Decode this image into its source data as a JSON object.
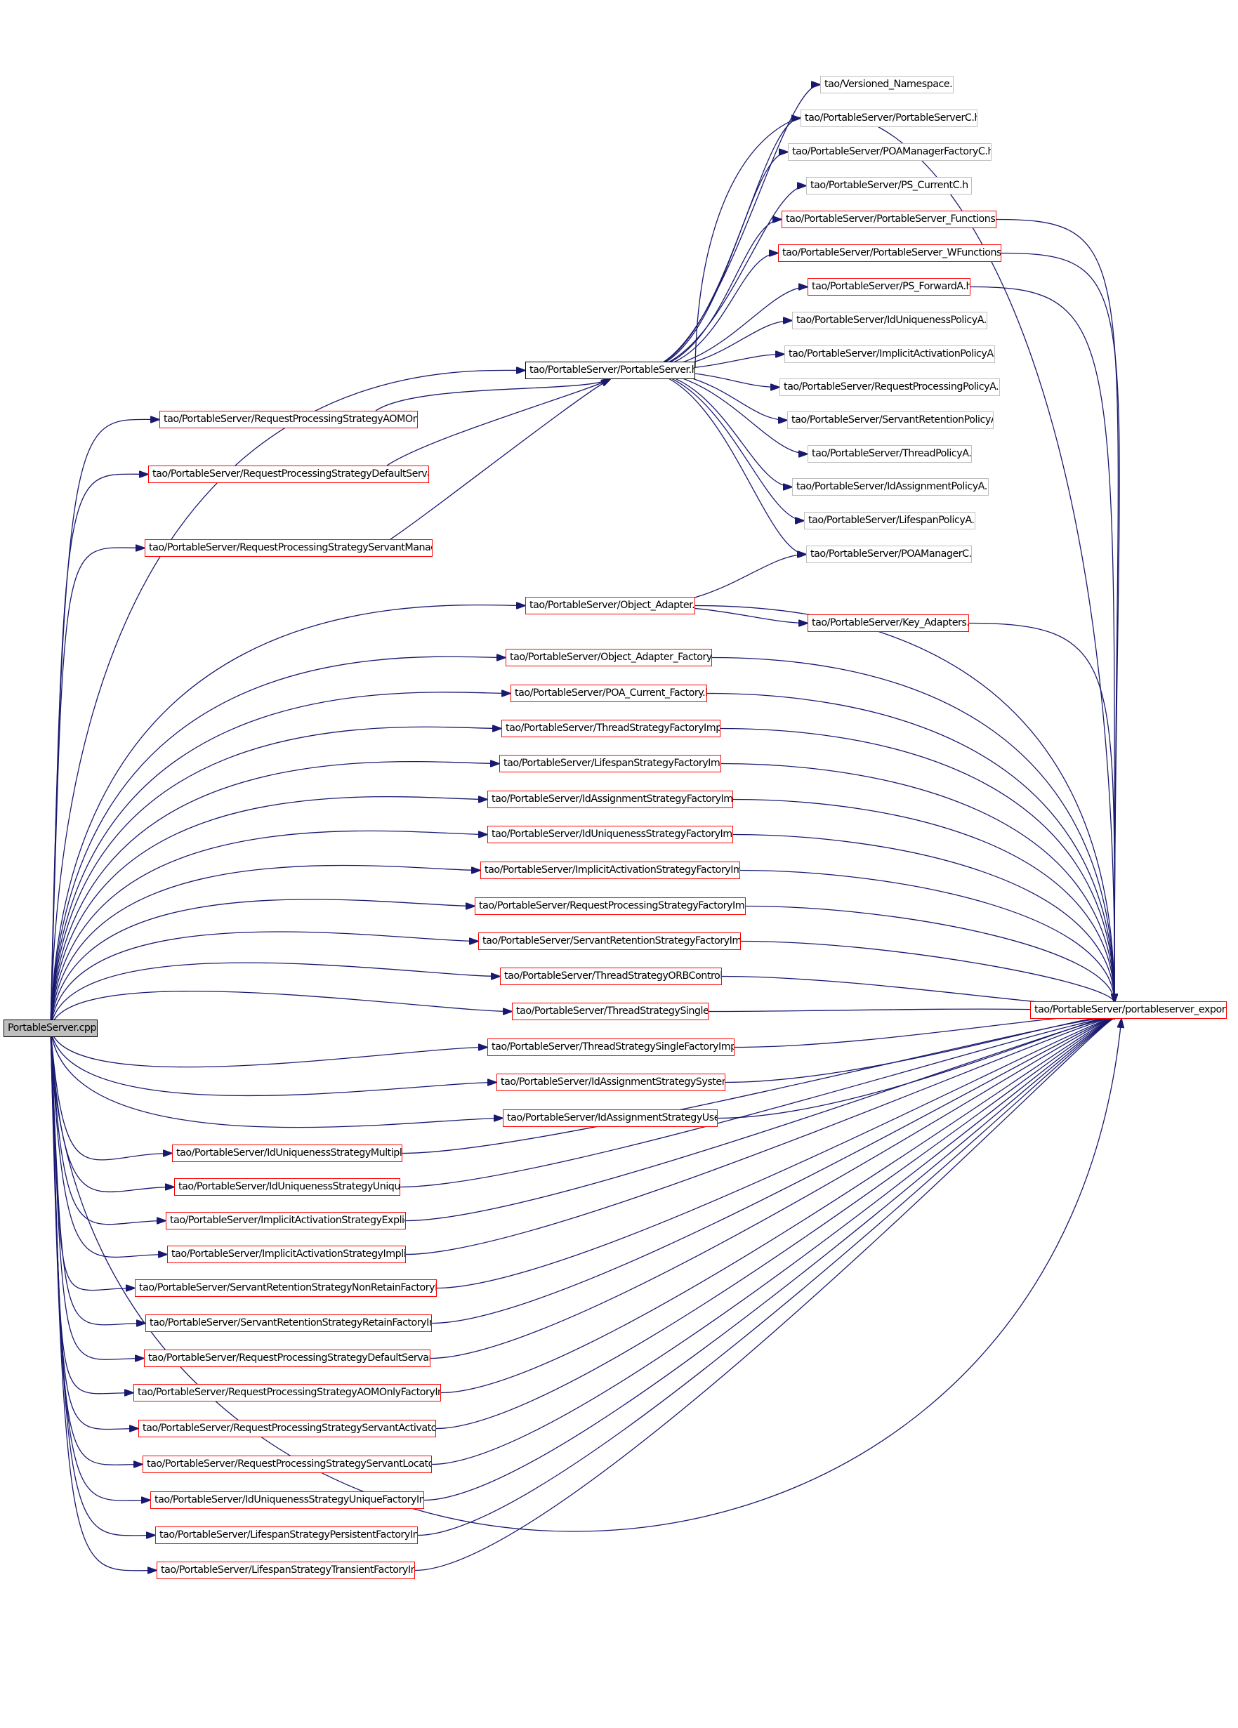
{
  "root": {
    "label": "PortableServer.cpp"
  },
  "colors": {
    "edge": "#191970",
    "border_red": "#ff0000",
    "border_grey": "#bfbfbf",
    "border_black": "#000000",
    "root_fill": "#bfbfbf"
  },
  "nodes": [
    {
      "id": "versioned",
      "label": "tao/Versioned_Namespace.h",
      "kind": "grey"
    },
    {
      "id": "psc",
      "label": "tao/PortableServer/PortableServerC.h",
      "kind": "grey"
    },
    {
      "id": "poamfc",
      "label": "tao/PortableServer/POAManagerFactoryC.h",
      "kind": "grey"
    },
    {
      "id": "pscur",
      "label": "tao/PortableServer/PS_CurrentC.h",
      "kind": "grey"
    },
    {
      "id": "psfun",
      "label": "tao/PortableServer/PortableServer_Functions.h",
      "kind": "red"
    },
    {
      "id": "pswfun",
      "label": "tao/PortableServer/PortableServer_WFunctions.h",
      "kind": "red"
    },
    {
      "id": "psfwd",
      "label": "tao/PortableServer/PS_ForwardA.h",
      "kind": "red"
    },
    {
      "id": "idupa",
      "label": "tao/PortableServer/IdUniquenessPolicyA.h",
      "kind": "grey"
    },
    {
      "id": "psh",
      "label": "tao/PortableServer/PortableServer.h",
      "kind": "black"
    },
    {
      "id": "iapa",
      "label": "tao/PortableServer/ImplicitActivationPolicyA.h",
      "kind": "grey"
    },
    {
      "id": "rppa",
      "label": "tao/PortableServer/RequestProcessingPolicyA.h",
      "kind": "grey"
    },
    {
      "id": "rpsaom",
      "label": "tao/PortableServer/RequestProcessingStrategyAOMOnly.h",
      "kind": "red"
    },
    {
      "id": "srpa",
      "label": "tao/PortableServer/ServantRetentionPolicyA.h",
      "kind": "grey"
    },
    {
      "id": "tpa",
      "label": "tao/PortableServer/ThreadPolicyA.h",
      "kind": "grey"
    },
    {
      "id": "rpsds",
      "label": "tao/PortableServer/RequestProcessingStrategyDefaultServant.h",
      "kind": "red"
    },
    {
      "id": "idapa",
      "label": "tao/PortableServer/IdAssignmentPolicyA.h",
      "kind": "grey"
    },
    {
      "id": "lspa",
      "label": "tao/PortableServer/LifespanPolicyA.h",
      "kind": "grey"
    },
    {
      "id": "rpssm",
      "label": "tao/PortableServer/RequestProcessingStrategyServantManager.h",
      "kind": "red"
    },
    {
      "id": "poamc",
      "label": "tao/PortableServer/POAManagerC.h",
      "kind": "grey"
    },
    {
      "id": "oa",
      "label": "tao/PortableServer/Object_Adapter.h",
      "kind": "red"
    },
    {
      "id": "keyad",
      "label": "tao/PortableServer/Key_Adapters.h",
      "kind": "red"
    },
    {
      "id": "oaf",
      "label": "tao/PortableServer/Object_Adapter_Factory.h",
      "kind": "red"
    },
    {
      "id": "pcf",
      "label": "tao/PortableServer/POA_Current_Factory.h",
      "kind": "red"
    },
    {
      "id": "tsfi",
      "label": "tao/PortableServer/ThreadStrategyFactoryImpl.h",
      "kind": "red"
    },
    {
      "id": "lsfi",
      "label": "tao/PortableServer/LifespanStrategyFactoryImpl.h",
      "kind": "red"
    },
    {
      "id": "iasfi",
      "label": "tao/PortableServer/IdAssignmentStrategyFactoryImpl.h",
      "kind": "red"
    },
    {
      "id": "iusfi",
      "label": "tao/PortableServer/IdUniquenessStrategyFactoryImpl.h",
      "kind": "red"
    },
    {
      "id": "iacsfi",
      "label": "tao/PortableServer/ImplicitActivationStrategyFactoryImpl.h",
      "kind": "red"
    },
    {
      "id": "rpsfi",
      "label": "tao/PortableServer/RequestProcessingStrategyFactoryImpl.h",
      "kind": "red"
    },
    {
      "id": "srsfi",
      "label": "tao/PortableServer/ServantRetentionStrategyFactoryImpl.h",
      "kind": "red"
    },
    {
      "id": "tsorb",
      "label": "tao/PortableServer/ThreadStrategyORBControl.h",
      "kind": "red"
    },
    {
      "id": "export",
      "label": "tao/PortableServer/portableserver_export.h",
      "kind": "red"
    },
    {
      "id": "tss",
      "label": "tao/PortableServer/ThreadStrategySingle.h",
      "kind": "red"
    },
    {
      "id": "tssfi",
      "label": "tao/PortableServer/ThreadStrategySingleFactoryImpl.h",
      "kind": "red"
    },
    {
      "id": "iassys",
      "label": "tao/PortableServer/IdAssignmentStrategySystem.h",
      "kind": "red"
    },
    {
      "id": "iasuser",
      "label": "tao/PortableServer/IdAssignmentStrategyUser.h",
      "kind": "red"
    },
    {
      "id": "iusmul",
      "label": "tao/PortableServer/IdUniquenessStrategyMultiple.h",
      "kind": "red"
    },
    {
      "id": "iusuni",
      "label": "tao/PortableServer/IdUniquenessStrategyUnique.h",
      "kind": "red"
    },
    {
      "id": "iacsexp",
      "label": "tao/PortableServer/ImplicitActivationStrategyExplicit.h",
      "kind": "red"
    },
    {
      "id": "iacsimp",
      "label": "tao/PortableServer/ImplicitActivationStrategyImplicit.h",
      "kind": "red"
    },
    {
      "id": "srsnr",
      "label": "tao/PortableServer/ServantRetentionStrategyNonRetainFactoryImpl.h",
      "kind": "red"
    },
    {
      "id": "srsr",
      "label": "tao/PortableServer/ServantRetentionStrategyRetainFactoryImpl.h",
      "kind": "red"
    },
    {
      "id": "rpsdsfi",
      "label": "tao/PortableServer/RequestProcessingStrategyDefaultServantFI.h",
      "kind": "red"
    },
    {
      "id": "rpsaomfi",
      "label": "tao/PortableServer/RequestProcessingStrategyAOMOnlyFactoryImpl.h",
      "kind": "red"
    },
    {
      "id": "rpssafi",
      "label": "tao/PortableServer/RequestProcessingStrategyServantActivatorFI.h",
      "kind": "red"
    },
    {
      "id": "rpsslfi",
      "label": "tao/PortableServer/RequestProcessingStrategyServantLocatorFI.h",
      "kind": "red"
    },
    {
      "id": "iusufi",
      "label": "tao/PortableServer/IdUniquenessStrategyUniqueFactoryImpl.h",
      "kind": "red"
    },
    {
      "id": "lspfi",
      "label": "tao/PortableServer/LifespanStrategyPersistentFactoryImpl.h",
      "kind": "red"
    },
    {
      "id": "lstfi",
      "label": "tao/PortableServer/LifespanStrategyTransientFactoryImpl.h",
      "kind": "red"
    }
  ],
  "edges": [
    [
      "root",
      "psh"
    ],
    [
      "root",
      "rpsaom"
    ],
    [
      "root",
      "rpsds"
    ],
    [
      "root",
      "rpssm"
    ],
    [
      "root",
      "oa"
    ],
    [
      "root",
      "oaf"
    ],
    [
      "root",
      "pcf"
    ],
    [
      "root",
      "tsfi"
    ],
    [
      "root",
      "lsfi"
    ],
    [
      "root",
      "iasfi"
    ],
    [
      "root",
      "iusfi"
    ],
    [
      "root",
      "iacsfi"
    ],
    [
      "root",
      "rpsfi"
    ],
    [
      "root",
      "srsfi"
    ],
    [
      "root",
      "tsorb"
    ],
    [
      "root",
      "tss"
    ],
    [
      "root",
      "tssfi"
    ],
    [
      "root",
      "iassys"
    ],
    [
      "root",
      "iasuser"
    ],
    [
      "root",
      "iusmul"
    ],
    [
      "root",
      "iusuni"
    ],
    [
      "root",
      "iacsexp"
    ],
    [
      "root",
      "iacsimp"
    ],
    [
      "root",
      "srsnr"
    ],
    [
      "root",
      "srsr"
    ],
    [
      "root",
      "rpsdsfi"
    ],
    [
      "root",
      "rpsaomfi"
    ],
    [
      "root",
      "rpssafi"
    ],
    [
      "root",
      "rpsslfi"
    ],
    [
      "root",
      "iusufi"
    ],
    [
      "root",
      "lspfi"
    ],
    [
      "root",
      "lstfi"
    ],
    [
      "rpsaom",
      "psh"
    ],
    [
      "rpsds",
      "psh"
    ],
    [
      "rpssm",
      "psh"
    ],
    [
      "psh",
      "versioned"
    ],
    [
      "psh",
      "psc"
    ],
    [
      "psh",
      "poamfc"
    ],
    [
      "psh",
      "pscur"
    ],
    [
      "psh",
      "psfun"
    ],
    [
      "psh",
      "pswfun"
    ],
    [
      "psh",
      "psfwd"
    ],
    [
      "psh",
      "idupa"
    ],
    [
      "psh",
      "iapa"
    ],
    [
      "psh",
      "rppa"
    ],
    [
      "psh",
      "srpa"
    ],
    [
      "psh",
      "tpa"
    ],
    [
      "psh",
      "idapa"
    ],
    [
      "psh",
      "lspa"
    ],
    [
      "psh",
      "poamc"
    ],
    [
      "psh",
      "export"
    ],
    [
      "psfun",
      "export"
    ],
    [
      "pswfun",
      "export"
    ],
    [
      "psfwd",
      "export"
    ],
    [
      "oa",
      "poamc"
    ],
    [
      "oa",
      "keyad"
    ],
    [
      "oa",
      "export"
    ],
    [
      "keyad",
      "export"
    ],
    [
      "oaf",
      "export"
    ],
    [
      "pcf",
      "export"
    ],
    [
      "tsfi",
      "export"
    ],
    [
      "lsfi",
      "export"
    ],
    [
      "iasfi",
      "export"
    ],
    [
      "iusfi",
      "export"
    ],
    [
      "iacsfi",
      "export"
    ],
    [
      "rpsfi",
      "export"
    ],
    [
      "srsfi",
      "export"
    ],
    [
      "tsorb",
      "export"
    ],
    [
      "tss",
      "export"
    ],
    [
      "tssfi",
      "export"
    ],
    [
      "iassys",
      "export"
    ],
    [
      "iasuser",
      "export"
    ],
    [
      "iusmul",
      "export"
    ],
    [
      "iusuni",
      "export"
    ],
    [
      "iacsexp",
      "export"
    ],
    [
      "iacsimp",
      "export"
    ],
    [
      "srsnr",
      "export"
    ],
    [
      "srsr",
      "export"
    ],
    [
      "rpsdsfi",
      "export"
    ],
    [
      "rpsaomfi",
      "export"
    ],
    [
      "rpssafi",
      "export"
    ],
    [
      "rpsslfi",
      "export"
    ],
    [
      "iusufi",
      "export"
    ],
    [
      "lspfi",
      "export"
    ],
    [
      "lstfi",
      "export"
    ],
    [
      "root",
      "export"
    ]
  ]
}
